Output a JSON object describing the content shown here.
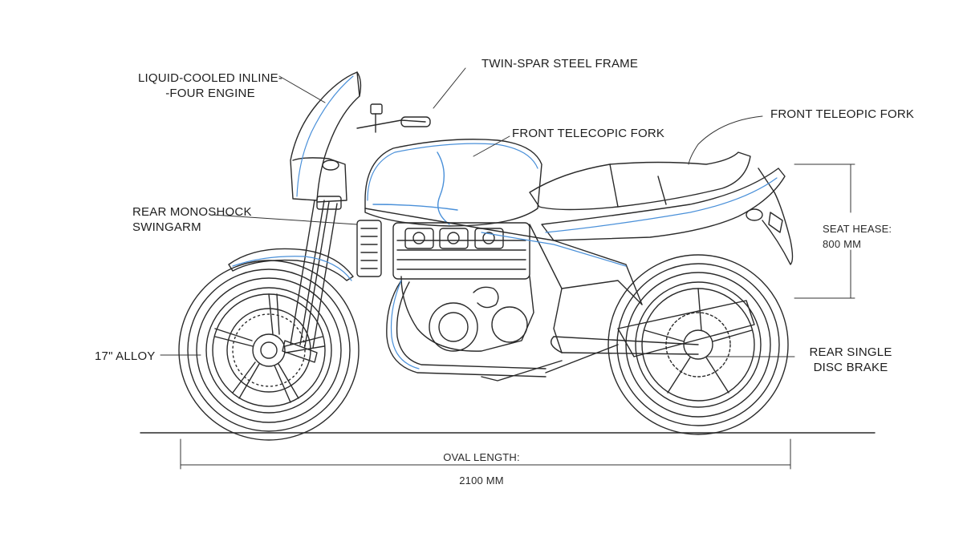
{
  "labels": {
    "engine": [
      "LIQUID-COOLED INLINE-",
      "-FOUR ENGINE"
    ],
    "frame": "TWIN-SPAR STEEL FRAME",
    "fork_top": "FRONT TELEOPIC FORK",
    "fork_mid": "FRONT TELECOPIC FORK",
    "swingarm": [
      "REAR MONOSHOCK",
      "SWINGARM"
    ],
    "wheel": "17\" ALLOY",
    "brake": [
      "REAR SINGLE",
      "DISC BRAKE"
    ],
    "seat": [
      "SEAT HEASE:",
      "800 MM"
    ],
    "length": [
      "OVAL LENGTH:",
      "2100 MM"
    ]
  },
  "colors": {
    "ink": "#1e1e1e",
    "accent_blue": "#4a90d9"
  }
}
